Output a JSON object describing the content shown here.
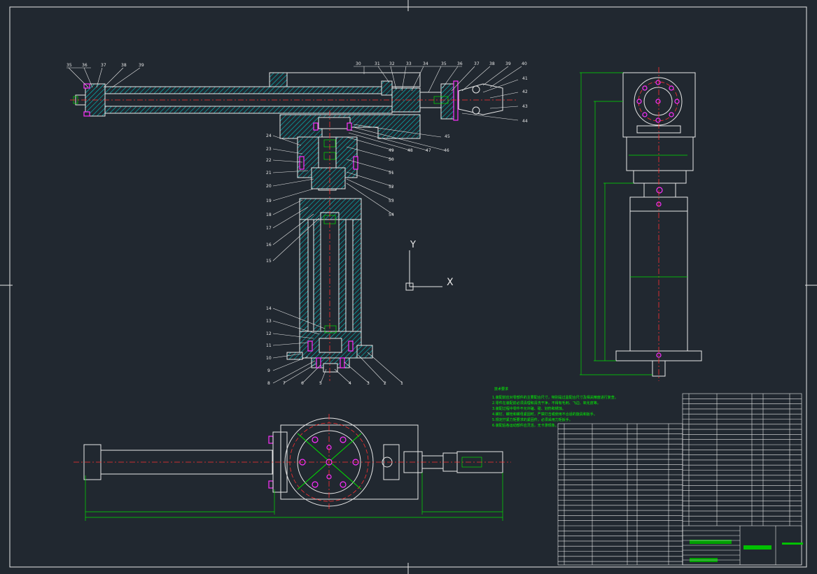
{
  "drawing": {
    "balloons_arm": [
      "35",
      "36",
      "37",
      "38",
      "39",
      "30",
      "31",
      "32",
      "33",
      "34",
      "35",
      "36",
      "37",
      "38",
      "39",
      "40"
    ],
    "balloons_arm_right": [
      "41",
      "42",
      "43",
      "44"
    ],
    "balloons_mid_right": [
      "45",
      "46",
      "47",
      "48",
      "49",
      "50",
      "51",
      "52",
      "53",
      "54"
    ],
    "balloons_left": [
      "24",
      "23",
      "22",
      "21",
      "20",
      "19",
      "18",
      "17",
      "16",
      "15",
      "14",
      "13",
      "12",
      "11",
      "10",
      "9",
      "8"
    ],
    "balloons_bottom": [
      "7",
      "6",
      "5",
      "4",
      "3",
      "2",
      "1"
    ],
    "axis_labels": {
      "y": "Y",
      "x": "X"
    }
  },
  "notes": {
    "title": "技术要求",
    "lines": [
      "1.装配前应对零部件的主要配合尺寸，特别是过盈配合尺寸及相关精度进行复查。",
      "2.零件在装配前必须清理和清洗干净，不得有毛刺、飞边、氧化皮等。",
      "3.装配过程中零件不允许磕、碰、划伤和锈蚀。",
      "4.螺钉、螺栓和螺母紧固时，严禁打击或使用不合适的旋具和扳手。",
      "5.规定拧紧力矩要求的紧固件，必须采用力矩扳手。",
      "6.装配后各运动部件应灵活，无卡滞现象。"
    ]
  },
  "colors": {
    "background": "#212830",
    "outline": "#e8e8e8",
    "section_hatch": "#00c8c8",
    "center_line": "#ff3030",
    "dimension": "#00e000",
    "fastener": "#ff30ff",
    "note_text": "#00ff00"
  }
}
